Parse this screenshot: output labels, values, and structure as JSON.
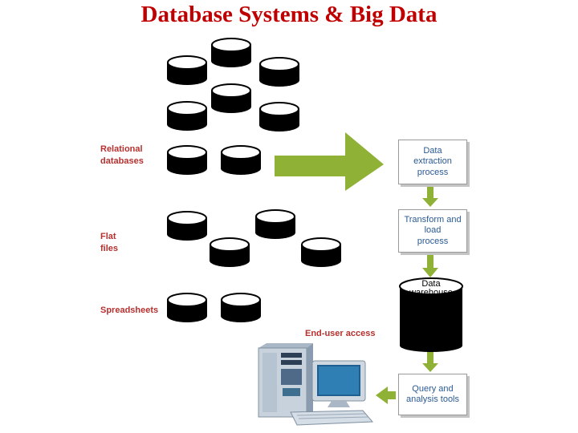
{
  "title": "Database Systems & Big Data",
  "sources": {
    "relational": [
      "Relational",
      "databases"
    ],
    "flat": [
      "Flat",
      "files"
    ],
    "spreadsheets": [
      "Spreadsheets"
    ]
  },
  "steps": {
    "extraction": [
      "Data",
      "extraction",
      "process"
    ],
    "transform": [
      "Transform and",
      "load",
      "process"
    ],
    "warehouse": [
      "Data",
      "warehouse"
    ],
    "query": [
      "Query and",
      "analysis tools"
    ]
  },
  "end_user_access": "End-user access",
  "colors": {
    "title": "#c00000",
    "label": "#b5312f",
    "box_text": "#2a5a93",
    "arrow": "#8fb236"
  }
}
